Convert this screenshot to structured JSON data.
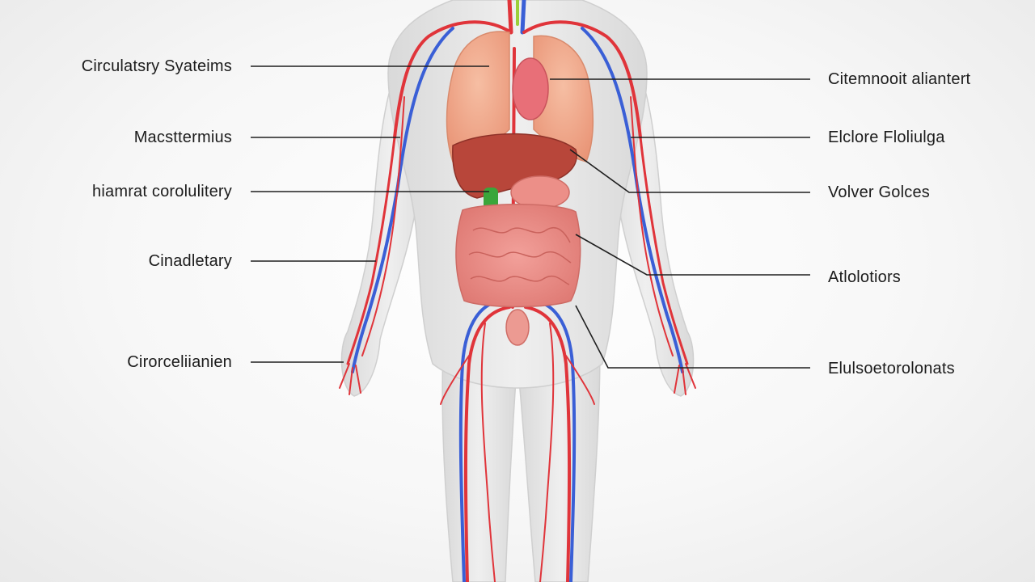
{
  "labels": {
    "left": [
      "Circulatsry Syateims",
      "Macsttermius",
      "hiamrat corolulitery",
      "Cinadletary",
      "Cirorceliianien"
    ],
    "right": [
      "Citemnooit aliantert",
      "Elclore Floliulga",
      "Volver Golces",
      "Atlolotiors",
      "Elulsoetorolonats"
    ]
  },
  "colors": {
    "artery": "#e0343a",
    "vein": "#3a5fd6",
    "body": "#e3e3e3",
    "leader": "#1f1f1f",
    "lung": "#f0a688",
    "liver": "#b8463a",
    "intestine": "#ec8c86",
    "gallbladder": "#3aa63a"
  }
}
